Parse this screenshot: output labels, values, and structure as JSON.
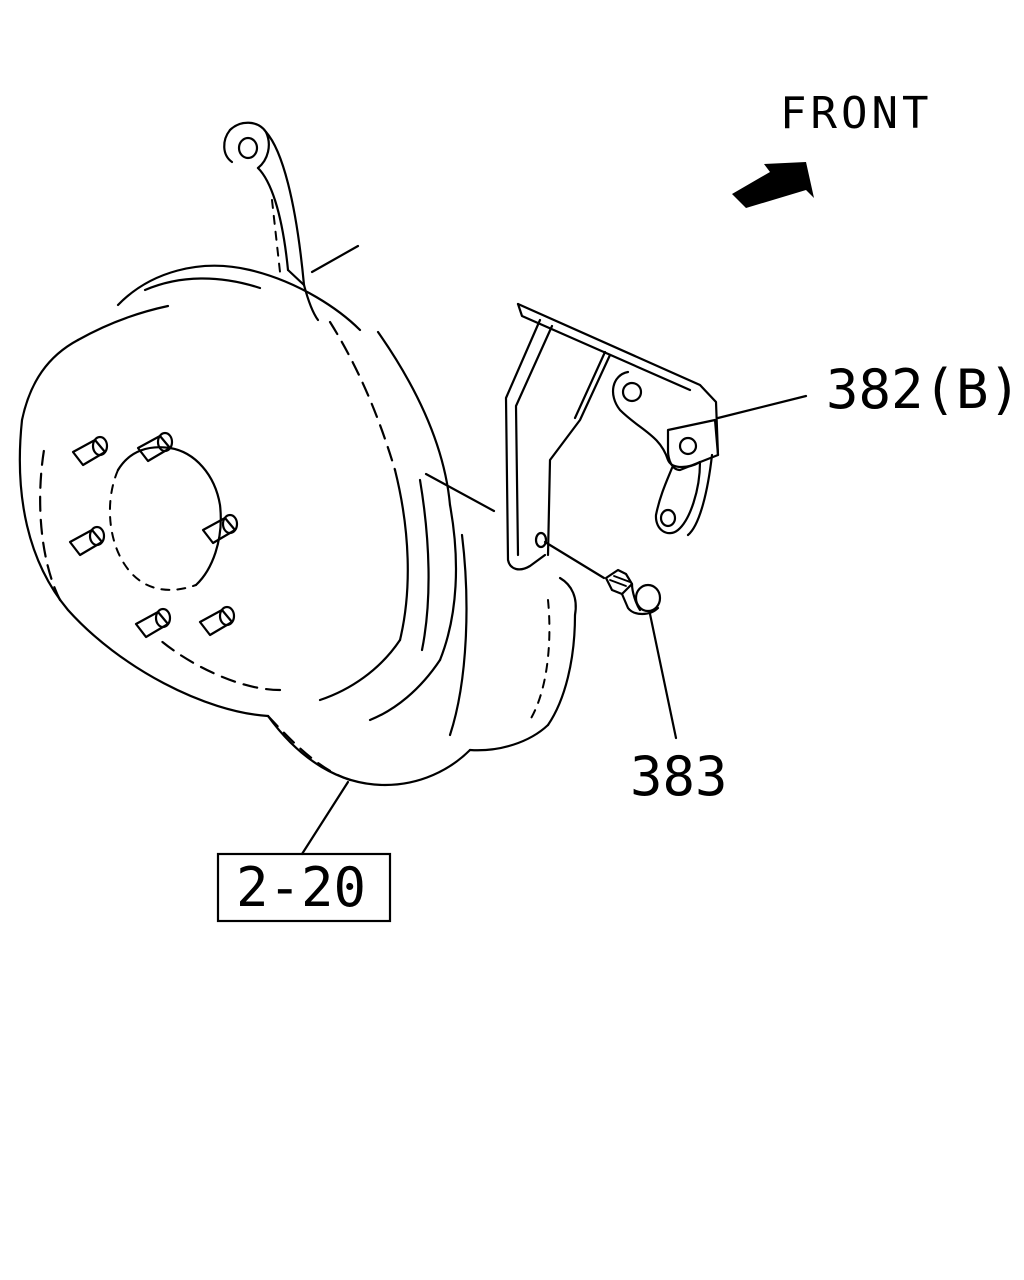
{
  "labels": {
    "front": "FRONT",
    "bracket": "382(B)",
    "bolt": "383",
    "reference": "2-20"
  }
}
